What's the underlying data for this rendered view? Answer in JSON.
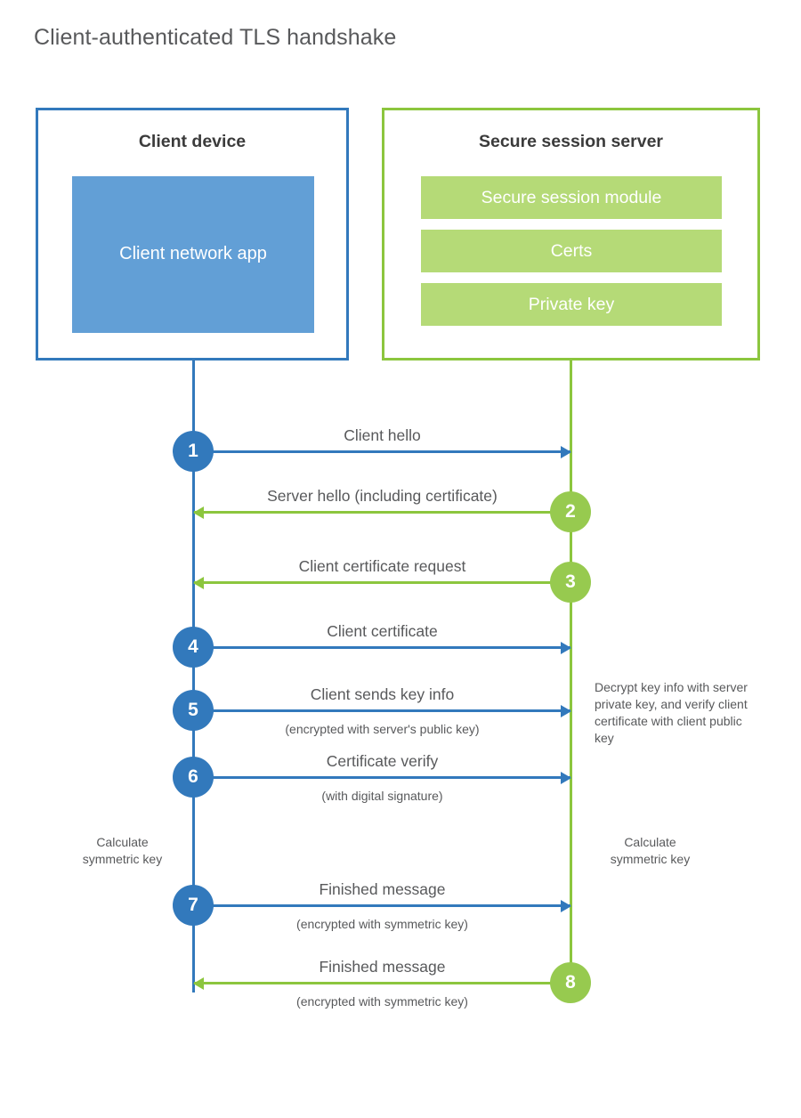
{
  "title": "Client-authenticated TLS handshake",
  "colors": {
    "client_blue": "#3279bc",
    "client_app_fill": "#629fd6",
    "server_green": "#8cc63e",
    "server_module_fill": "#b5da77",
    "step_green": "#97ca4f",
    "text": "#58595b"
  },
  "client": {
    "title": "Client device",
    "app_label": "Client network app"
  },
  "server": {
    "title": "Secure session server",
    "modules": [
      {
        "label": "Secure session module"
      },
      {
        "label": "Certs"
      },
      {
        "label": "Private key"
      }
    ]
  },
  "steps": [
    {
      "number": "1",
      "label": "Client hello",
      "sublabel": "",
      "direction": "client-to-server",
      "actor": "client"
    },
    {
      "number": "2",
      "label": "Server hello (including certificate)",
      "sublabel": "",
      "direction": "server-to-client",
      "actor": "server"
    },
    {
      "number": "3",
      "label": "Client certificate request",
      "sublabel": "",
      "direction": "server-to-client",
      "actor": "server"
    },
    {
      "number": "4",
      "label": "Client certificate",
      "sublabel": "",
      "direction": "client-to-server",
      "actor": "client"
    },
    {
      "number": "5",
      "label": "Client sends key info",
      "sublabel": "(encrypted with server's public key)",
      "direction": "client-to-server",
      "actor": "client"
    },
    {
      "number": "6",
      "label": "Certificate verify",
      "sublabel": "(with digital signature)",
      "direction": "client-to-server",
      "actor": "client"
    },
    {
      "number": "7",
      "label": "Finished message",
      "sublabel": "(encrypted with symmetric key)",
      "direction": "client-to-server",
      "actor": "client"
    },
    {
      "number": "8",
      "label": "Finished message",
      "sublabel": "(encrypted with symmetric key)",
      "direction": "server-to-client",
      "actor": "server"
    }
  ],
  "annotations": {
    "server_decrypt": "Decrypt key info with server private key, and verify client certificate with client public key",
    "client_calculate": "Calculate symmetric key",
    "server_calculate": "Calculate symmetric key"
  }
}
